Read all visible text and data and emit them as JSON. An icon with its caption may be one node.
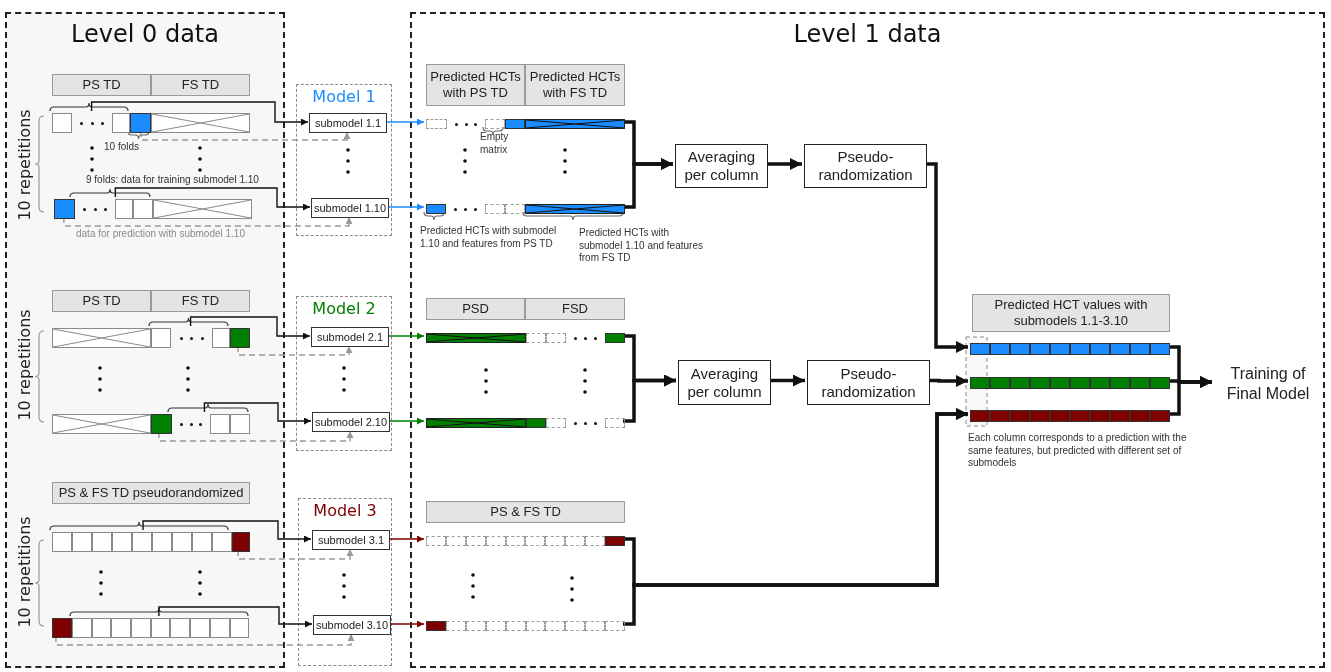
{
  "diagram": {
    "nodes": [
      {
        "text": [
          "Level 0 data"
        ]
      },
      {
        "text": [
          "Level 1 data"
        ]
      },
      {
        "text": [
          "PS TD"
        ],
        "in": 0
      },
      {
        "text": [
          "FS TD"
        ],
        "in": 0
      },
      {
        "text": [],
        "shape": "bar",
        "in": 0
      },
      {
        "text": [],
        "shape": "bar",
        "in": 0
      },
      {
        "text": [
          "Model 1"
        ]
      },
      {
        "text": [
          "submodel 1.1"
        ],
        "in": 6
      },
      {
        "text": [
          "submodel 1.10"
        ],
        "in": 6
      },
      {
        "text": [
          "Predicted HCTs with PS TD"
        ],
        "in": 1
      },
      {
        "text": [
          "Predicted HCTs with FS TD"
        ],
        "in": 1
      },
      {
        "text": [],
        "shape": "bar",
        "in": 1
      },
      {
        "text": [],
        "shape": "bar",
        "in": 1
      },
      {
        "text": [
          "Averaging per column"
        ],
        "in": 1
      },
      {
        "text": [
          "Pseudo-randomization"
        ],
        "in": 1
      },
      {
        "text": [
          "PS TD"
        ],
        "in": 0
      },
      {
        "text": [
          "FS TD"
        ],
        "in": 0
      },
      {
        "text": [],
        "shape": "bar",
        "in": 0
      },
      {
        "text": [],
        "shape": "bar",
        "in": 0
      },
      {
        "text": [
          "Model 2"
        ]
      },
      {
        "text": [
          "submodel 2.1"
        ],
        "in": 19
      },
      {
        "text": [
          "submodel 2.10"
        ],
        "in": 19
      },
      {
        "text": [
          "PSD"
        ],
        "in": 1
      },
      {
        "text": [
          "FSD"
        ],
        "in": 1
      },
      {
        "text": [],
        "shape": "bar",
        "in": 1
      },
      {
        "text": [],
        "shape": "bar",
        "in": 1
      },
      {
        "text": [
          "Averaging per column"
        ],
        "in": 1
      },
      {
        "text": [
          "Pseudo-randomization"
        ],
        "in": 1
      },
      {
        "text": [
          "PS & FS TD pseudorandomized"
        ],
        "in": 0
      },
      {
        "text": [],
        "shape": "bar",
        "in": 0
      },
      {
        "text": [],
        "shape": "bar",
        "in": 0
      },
      {
        "text": [
          "Model 3"
        ]
      },
      {
        "text": [
          "submodel 3.1"
        ],
        "in": 31
      },
      {
        "text": [
          "submodel 3.10"
        ],
        "in": 31
      },
      {
        "text": [
          "PS & FS TD"
        ],
        "in": 1
      },
      {
        "text": [],
        "shape": "bar",
        "in": 1
      },
      {
        "text": [],
        "shape": "bar",
        "in": 1
      },
      {
        "text": [
          "Predicted HCT values with submodels 1.1-3.10"
        ],
        "in": 1
      },
      {
        "text": [],
        "shape": "bar",
        "in": 1
      },
      {
        "text": [],
        "shape": "bar",
        "in": 1
      },
      {
        "text": [],
        "shape": "bar",
        "in": 1
      },
      {
        "text": [
          "Training of Final Model"
        ],
        "in": 1
      }
    ],
    "edges": [
      {
        "from": 4,
        "to": 7,
        "arrow": "to"
      },
      {
        "from": 4,
        "to": 7,
        "arrow": "to",
        "style": "dashed",
        "color": "#999999"
      },
      {
        "from": 5,
        "to": 8,
        "arrow": "to"
      },
      {
        "from": 5,
        "to": 8,
        "arrow": "to",
        "style": "dashed",
        "color": "#999999"
      },
      {
        "from": 17,
        "to": 20,
        "arrow": "to"
      },
      {
        "from": 17,
        "to": 20,
        "arrow": "to",
        "style": "dashed",
        "color": "#999999"
      },
      {
        "from": 18,
        "to": 21,
        "arrow": "to"
      },
      {
        "from": 18,
        "to": 21,
        "arrow": "to",
        "style": "dashed",
        "color": "#999999"
      },
      {
        "from": 29,
        "to": 32,
        "arrow": "to"
      },
      {
        "from": 29,
        "to": 32,
        "arrow": "to",
        "style": "dashed",
        "color": "#999999"
      },
      {
        "from": 30,
        "to": 33,
        "arrow": "to"
      },
      {
        "from": 30,
        "to": 33,
        "arrow": "to",
        "style": "dashed",
        "color": "#999999"
      },
      {
        "from": 7,
        "to": 11,
        "arrow": "to",
        "color": "#1a8cff"
      },
      {
        "from": 8,
        "to": 12,
        "arrow": "to",
        "color": "#1a8cff"
      },
      {
        "from": 20,
        "to": 24,
        "arrow": "to",
        "color": "#007f00"
      },
      {
        "from": 21,
        "to": 25,
        "arrow": "to",
        "color": "#007f00"
      },
      {
        "from": 32,
        "to": 35,
        "arrow": "to",
        "color": "#7f0000"
      },
      {
        "from": 33,
        "to": 36,
        "arrow": "to",
        "color": "#7f0000"
      },
      {
        "from": 11,
        "to": 13,
        "arrow": "to",
        "style": "thick"
      },
      {
        "from": 12,
        "to": 13,
        "arrow": "to",
        "style": "thick"
      },
      {
        "from": 24,
        "to": 26,
        "arrow": "to",
        "style": "thick"
      },
      {
        "from": 25,
        "to": 26,
        "arrow": "to",
        "style": "thick"
      },
      {
        "from": 13,
        "to": 14,
        "arrow": "to",
        "style": "thick"
      },
      {
        "from": 26,
        "to": 27,
        "arrow": "to",
        "style": "thick"
      },
      {
        "from": 14,
        "to": 38,
        "arrow": "to",
        "style": "thick"
      },
      {
        "from": 27,
        "to": 39,
        "arrow": "to",
        "style": "thick"
      },
      {
        "from": 35,
        "to": 40,
        "arrow": "to",
        "style": "thick"
      },
      {
        "from": 36,
        "to": 40,
        "arrow": "to",
        "style": "thick"
      },
      {
        "from": 38,
        "to": 41,
        "arrow": "to",
        "style": "thick"
      },
      {
        "from": 39,
        "to": 41,
        "arrow": "to",
        "style": "thick"
      },
      {
        "from": 40,
        "to": 41,
        "arrow": "to",
        "style": "thick"
      }
    ],
    "labels": [
      "10 repetitions",
      "10 folds",
      "9 folds: data for training submodel 1.10",
      "data for prediction with submodel 1.10",
      "Empty matrix",
      "Predicted HCTs with submodel 1.10 and features from PS TD",
      "Predicted HCTs with submodel 1.10 and features from FS TD",
      "10 repetitions",
      "Each column corresponds to a prediction with the same features, but predicted with different set of submodels",
      "10 repetitions"
    ]
  }
}
